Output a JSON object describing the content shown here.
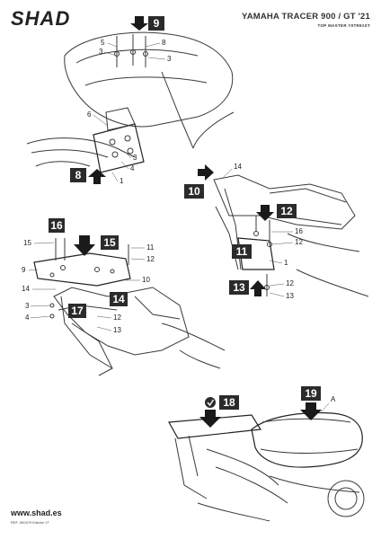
{
  "header": {
    "brand": "SHAD",
    "model": "YAMAHA TRACER 900 / GT '21",
    "product": "TOP MASTER Y0TR91ST"
  },
  "footer": {
    "website": "www.shad.es",
    "reference": "REF. 500479 Edición 1ª"
  },
  "steps": [
    "8",
    "9",
    "10",
    "11",
    "12",
    "13",
    "14",
    "15",
    "16",
    "17",
    "18",
    "19"
  ],
  "callouts": {
    "panel1": [
      "5",
      "8",
      "3",
      "3",
      "6",
      "3",
      "4",
      "1"
    ],
    "panel2": [
      "14",
      "16",
      "12",
      "1",
      "12",
      "13"
    ],
    "panel3": [
      "15",
      "11",
      "12",
      "9",
      "10",
      "14",
      "3",
      "4",
      "12",
      "13"
    ],
    "panel4": [
      "A"
    ]
  },
  "colors": {
    "step_box": "#2b2b2b",
    "arrow": "#1a1a1a",
    "line_art": "#3a3a3a"
  }
}
